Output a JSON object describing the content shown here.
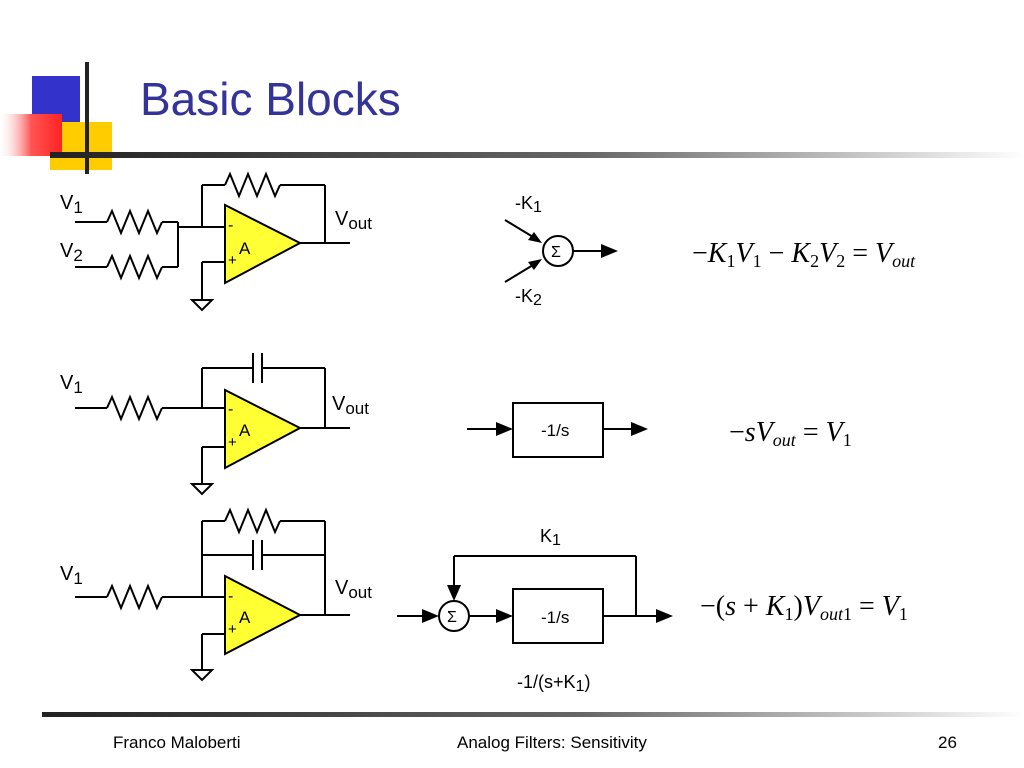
{
  "slide": {
    "title": "Basic Blocks",
    "footer": {
      "author": "Franco Maloberti",
      "course": "Analog Filters: Sensitivity",
      "page": "26"
    }
  },
  "colors": {
    "title": "#333399",
    "opamp_fill": "#ffff33",
    "deco_blue": "#3333cc",
    "deco_yellow": "#ffcc00",
    "deco_red": "#ff3333"
  },
  "row1": {
    "input1": {
      "main": "V",
      "sub": "1"
    },
    "input2": {
      "main": "V",
      "sub": "2"
    },
    "output": {
      "main": "V",
      "sub": "out"
    },
    "opamp": {
      "minus": "-",
      "plus": "+",
      "label": "A"
    },
    "gain1": {
      "main": "-K",
      "sub": "1"
    },
    "gain2": {
      "main": "-K",
      "sub": "2"
    },
    "sum_symbol": "Σ",
    "equation": "−K1V1 − K2V2 = Vout"
  },
  "row2": {
    "input1": {
      "main": "V",
      "sub": "1"
    },
    "output": {
      "main": "V",
      "sub": "out"
    },
    "opamp": {
      "minus": "-",
      "plus": "+",
      "label": "A"
    },
    "block_label": "-1/s",
    "equation": "−sVout = V1"
  },
  "row3": {
    "input1": {
      "main": "V",
      "sub": "1"
    },
    "output": {
      "main": "V",
      "sub": "out"
    },
    "opamp": {
      "minus": "-",
      "plus": "+",
      "label": "A"
    },
    "feedback_gain": {
      "main": "K",
      "sub": "1"
    },
    "sum_symbol": "Σ",
    "block_label": "-1/s",
    "transfer": {
      "main": "-1/(s+K",
      "sub": "1",
      "tail": ")"
    },
    "equation": "−(s + K1)Vout1 = V1"
  }
}
